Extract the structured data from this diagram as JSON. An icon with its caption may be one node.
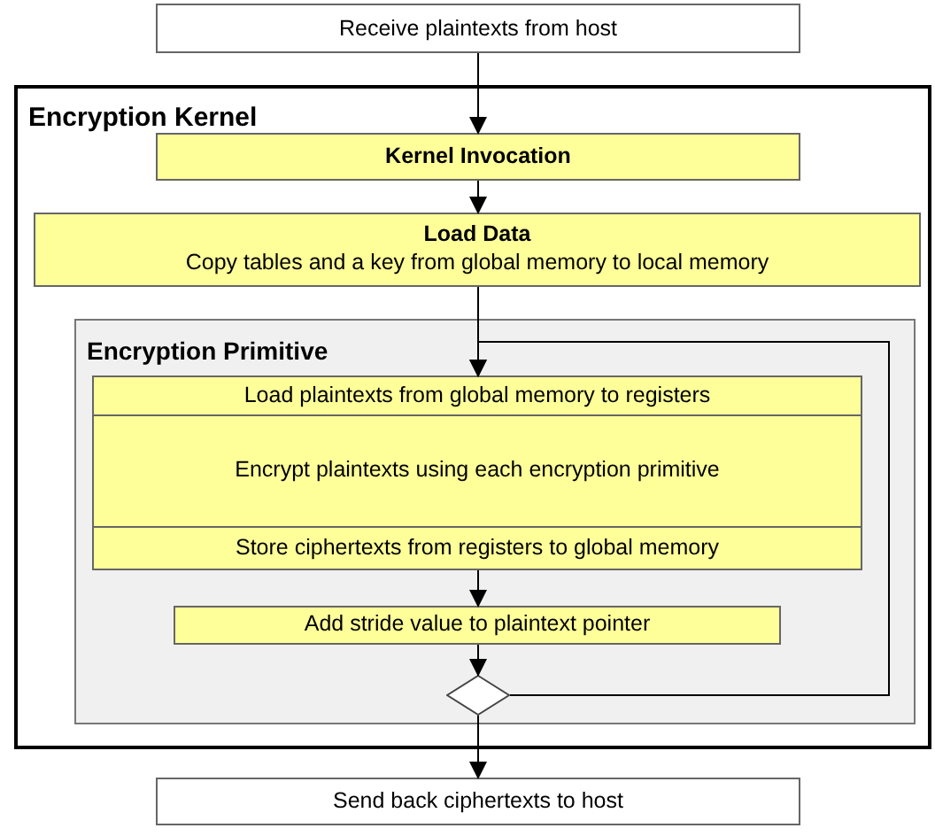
{
  "diagram": {
    "nodes": [
      {
        "text": [
          "Receive plaintexts from host"
        ]
      },
      {
        "text": [
          "Encryption Kernel"
        ]
      },
      {
        "text": [
          "Kernel Invocation"
        ],
        "in": 1
      },
      {
        "text": [
          "Load Data",
          "Copy tables and a key from global memory to local memory"
        ],
        "in": 1
      },
      {
        "text": [
          "Encryption Primitive"
        ],
        "in": 1
      },
      {
        "text": [
          "Load plaintexts from global memory to registers"
        ],
        "in": 4
      },
      {
        "text": [
          "Encrypt plaintexts using each encryption primitive"
        ],
        "in": 4
      },
      {
        "text": [
          "Store ciphertexts from registers to global memory"
        ],
        "in": 4
      },
      {
        "text": [
          "Add stride value to plaintext pointer"
        ],
        "in": 4
      },
      {
        "text": [],
        "shape": "diamond",
        "in": 4
      },
      {
        "text": [
          "Send back ciphertexts to host"
        ]
      }
    ],
    "edges": [
      {
        "from": 0,
        "to": 2,
        "arrow": "to"
      },
      {
        "from": 2,
        "to": 3,
        "arrow": "to"
      },
      {
        "from": 3,
        "to": 5,
        "arrow": "to"
      },
      {
        "from": 7,
        "to": 8,
        "arrow": "to"
      },
      {
        "from": 8,
        "to": 9,
        "arrow": "to"
      },
      {
        "from": 9,
        "to": 5,
        "arrow": "to"
      },
      {
        "from": 9,
        "to": 10,
        "arrow": "to"
      }
    ]
  }
}
